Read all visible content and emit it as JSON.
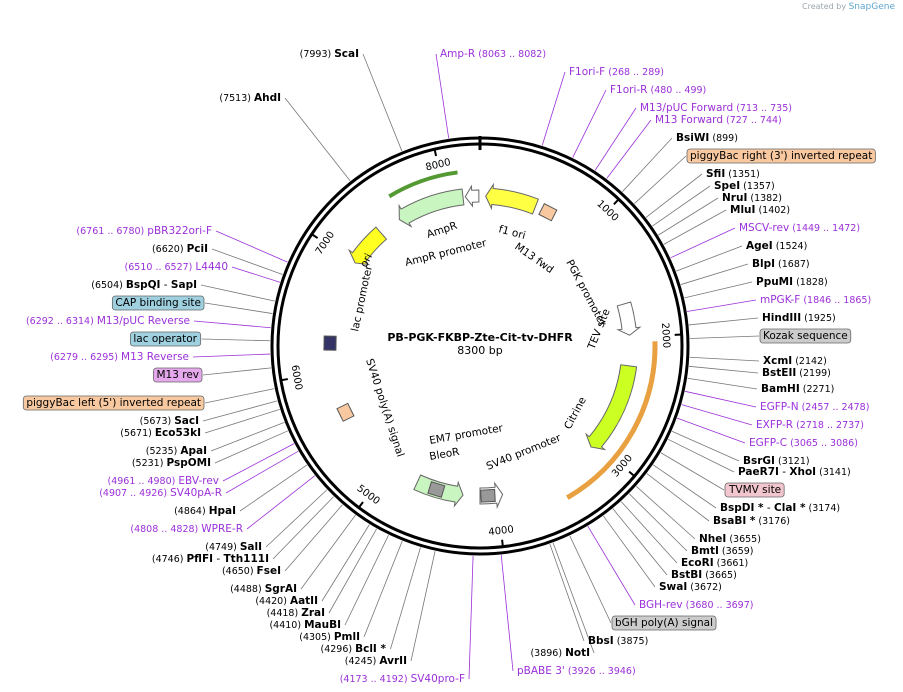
{
  "credit": {
    "prefix": "Created by",
    "brand": "SnapGene"
  },
  "map": {
    "name": "PB-PGK-FKBP-Zte-Cit-tv-DHFR",
    "length_label": "8300 bp",
    "total_bp": 8300,
    "tick_labels": [
      "1000",
      "2000",
      "3000",
      "4000",
      "5000",
      "6000",
      "7000",
      "8000"
    ],
    "colors": {
      "site": "#000000",
      "primer": "#9b30d9",
      "feature_box_orange": "#f8c9a0",
      "feature_box_blue": "#9fd0e0",
      "feature_box_gray": "#cccccc",
      "feature_box_purple": "#e5a8ec",
      "feature_box_pink": "#f2c6cf"
    }
  },
  "labels": [
    {
      "id": "scai",
      "pos": "(7993)",
      "name": "ScaI",
      "kind": "site"
    },
    {
      "id": "ahdi",
      "pos": "(7513)",
      "name": "AhdI",
      "kind": "site"
    },
    {
      "id": "ampr-primer",
      "name": "Amp-R",
      "range": "(8063 .. 8082)",
      "kind": "primer"
    },
    {
      "id": "f1ori-f",
      "name": "F1ori-F",
      "range": "(268 .. 289)",
      "kind": "primer"
    },
    {
      "id": "f1ori-r",
      "name": "F1ori-R",
      "range": "(480 .. 499)",
      "kind": "primer"
    },
    {
      "id": "m13puc-fwd",
      "name": "M13/pUC Forward",
      "range": "(713 .. 735)",
      "kind": "primer"
    },
    {
      "id": "m13-fwd",
      "name": "M13 Forward",
      "range": "(727 .. 744)",
      "kind": "primer"
    },
    {
      "id": "bsiwi",
      "name": "BsiWI",
      "pos": "(899)",
      "kind": "site"
    },
    {
      "id": "pb-right",
      "name": "piggyBac right (3') inverted repeat",
      "kind": "box-orange"
    },
    {
      "id": "sfii",
      "name": "SfiI",
      "pos": "(1351)",
      "kind": "site"
    },
    {
      "id": "spei",
      "name": "SpeI",
      "pos": "(1357)",
      "kind": "site"
    },
    {
      "id": "nrui",
      "name": "NruI",
      "pos": "(1382)",
      "kind": "site"
    },
    {
      "id": "mlui",
      "name": "MluI",
      "pos": "(1402)",
      "kind": "site"
    },
    {
      "id": "mscv-rev",
      "name": "MSCV-rev",
      "range": "(1449 .. 1472)",
      "kind": "primer"
    },
    {
      "id": "agei",
      "name": "AgeI",
      "pos": "(1524)",
      "kind": "site"
    },
    {
      "id": "blpi",
      "name": "BlpI",
      "pos": "(1687)",
      "kind": "site"
    },
    {
      "id": "ppumi",
      "name": "PpuMI",
      "pos": "(1828)",
      "kind": "site"
    },
    {
      "id": "mpgk-f",
      "name": "mPGK-F",
      "range": "(1846 .. 1865)",
      "kind": "primer"
    },
    {
      "id": "hindiii",
      "name": "HindIII",
      "pos": "(1925)",
      "kind": "site"
    },
    {
      "id": "kozak",
      "name": "Kozak sequence",
      "kind": "box-gray"
    },
    {
      "id": "xcmi",
      "name": "XcmI",
      "pos": "(2142)",
      "kind": "site"
    },
    {
      "id": "bsteii",
      "name": "BstEII",
      "pos": "(2199)",
      "kind": "site"
    },
    {
      "id": "bamhi",
      "name": "BamHI",
      "pos": "(2271)",
      "kind": "site"
    },
    {
      "id": "egfp-n",
      "name": "EGFP-N",
      "range": "(2457 .. 2478)",
      "kind": "primer"
    },
    {
      "id": "exfp-r",
      "name": "EXFP-R",
      "range": "(2718 .. 2737)",
      "kind": "primer"
    },
    {
      "id": "egfp-c",
      "name": "EGFP-C",
      "range": "(3065 .. 3086)",
      "kind": "primer"
    },
    {
      "id": "bsrgi",
      "name": "BsrGI",
      "pos": "(3121)",
      "kind": "site"
    },
    {
      "id": "paer7i",
      "name": "PaeR7I",
      "sep": " - ",
      "name2": "XhoI",
      "pos": "(3141)",
      "kind": "site"
    },
    {
      "id": "tvmv",
      "name": "TVMV site",
      "kind": "box-pink"
    },
    {
      "id": "bspdi",
      "name": "BspDI *",
      "sep": " - ",
      "name2": "ClaI *",
      "pos": "(3174)",
      "kind": "site"
    },
    {
      "id": "bsabi",
      "name": "BsaBI *",
      "pos": "(3176)",
      "kind": "site"
    },
    {
      "id": "nhei",
      "name": "NheI",
      "pos": "(3655)",
      "kind": "site"
    },
    {
      "id": "bmti",
      "name": "BmtI",
      "pos": "(3659)",
      "kind": "site"
    },
    {
      "id": "ecori",
      "name": "EcoRI",
      "pos": "(3661)",
      "kind": "site"
    },
    {
      "id": "bstbi",
      "name": "BstBI",
      "pos": "(3665)",
      "kind": "site"
    },
    {
      "id": "swai",
      "name": "SwaI",
      "pos": "(3672)",
      "kind": "site"
    },
    {
      "id": "bgh-rev",
      "name": "BGH-rev",
      "range": "(3680 .. 3697)",
      "kind": "primer"
    },
    {
      "id": "bgh-polya",
      "name": "bGH poly(A) signal",
      "kind": "box-gray"
    },
    {
      "id": "bbsi",
      "name": "BbsI",
      "pos": "(3875)",
      "kind": "site"
    },
    {
      "id": "noti",
      "pos": "(3896)",
      "name": "NotI",
      "kind": "site"
    },
    {
      "id": "pbabe3",
      "name": "pBABE 3'",
      "range": "(3926 .. 3946)",
      "kind": "primer"
    },
    {
      "id": "sv40pro-f",
      "range": "(4173 .. 4192)",
      "name": "SV40pro-F",
      "kind": "primer"
    },
    {
      "id": "avrii",
      "pos": "(4245)",
      "name": "AvrII",
      "kind": "site"
    },
    {
      "id": "bcli",
      "pos": "(4296)",
      "name": "BclI *",
      "kind": "site"
    },
    {
      "id": "pmli",
      "pos": "(4305)",
      "name": "PmlI",
      "kind": "site"
    },
    {
      "id": "maubi",
      "pos": "(4410)",
      "name": "MauBI",
      "kind": "site"
    },
    {
      "id": "zrai",
      "pos": "(4418)",
      "name": "ZraI",
      "kind": "site"
    },
    {
      "id": "aatii",
      "pos": "(4420)",
      "name": "AatII",
      "kind": "site"
    },
    {
      "id": "sgrai",
      "pos": "(4488)",
      "name": "SgrAI",
      "kind": "site"
    },
    {
      "id": "fsei",
      "pos": "(4650)",
      "name": "FseI",
      "kind": "site"
    },
    {
      "id": "pflfi",
      "pos": "(4746)",
      "name": "PflFI",
      "sep": " - ",
      "name2": "Tth111I",
      "kind": "site"
    },
    {
      "id": "sali",
      "pos": "(4749)",
      "name": "SalI",
      "kind": "site"
    },
    {
      "id": "wpre-r",
      "range": "(4808 .. 4828)",
      "name": "WPRE-R",
      "kind": "primer"
    },
    {
      "id": "hpai",
      "pos": "(4864)",
      "name": "HpaI",
      "kind": "site"
    },
    {
      "id": "sv40pa-r",
      "range": "(4907 .. 4926)",
      "name": "SV40pA-R",
      "kind": "primer"
    },
    {
      "id": "ebv-rev",
      "range": "(4961 .. 4980)",
      "name": "EBV-rev",
      "kind": "primer"
    },
    {
      "id": "psppomi",
      "pos": "(5231)",
      "name": "PspOMI",
      "kind": "site"
    },
    {
      "id": "apai",
      "pos": "(5235)",
      "name": "ApaI",
      "kind": "site"
    },
    {
      "id": "eco53ki",
      "pos": "(5671)",
      "name": "Eco53kI",
      "kind": "site"
    },
    {
      "id": "saci",
      "pos": "(5673)",
      "name": "SacI",
      "kind": "site"
    },
    {
      "id": "pb-left",
      "name": "piggyBac left (5') inverted repeat",
      "kind": "box-orange"
    },
    {
      "id": "m13-rev-box",
      "name": "M13 rev",
      "kind": "box-purple"
    },
    {
      "id": "m13-reverse",
      "range": "(6279 .. 6295)",
      "name": "M13 Reverse",
      "kind": "primer"
    },
    {
      "id": "lac-operator",
      "name": "lac operator",
      "kind": "box-blue"
    },
    {
      "id": "m13puc-rev",
      "range": "(6292 .. 6314)",
      "name": "M13/pUC Reverse",
      "kind": "primer"
    },
    {
      "id": "cap-site",
      "name": "CAP binding site",
      "kind": "box-blue"
    },
    {
      "id": "bspqi",
      "pos": "(6504)",
      "name": "BspQI",
      "sep": " - ",
      "name2": "SapI",
      "kind": "site"
    },
    {
      "id": "l4440",
      "range": "(6510 .. 6527)",
      "name": "L4440",
      "kind": "primer"
    },
    {
      "id": "pcii",
      "pos": "(6620)",
      "name": "PciI",
      "kind": "site"
    },
    {
      "id": "pbr322ori-f",
      "range": "(6761 .. 6780)",
      "name": "pBR322ori-F",
      "kind": "primer"
    }
  ],
  "features": {
    "f1_ori": "f1 ori",
    "m13_fwd": "M13 fwd",
    "pgk_promoter": "PGK promoter",
    "tev_site": "TEV site",
    "citrine": "Citrine",
    "sv40_promoter": "SV40 promoter",
    "em7_promoter": "EM7 promoter",
    "bleor": "BleoR",
    "sv40_polya": "SV40 poly(A) signal",
    "lac_promoter": "lac promoter",
    "ori": "ori",
    "ampr": "AmpR",
    "ampr_promoter": "AmpR promoter"
  }
}
